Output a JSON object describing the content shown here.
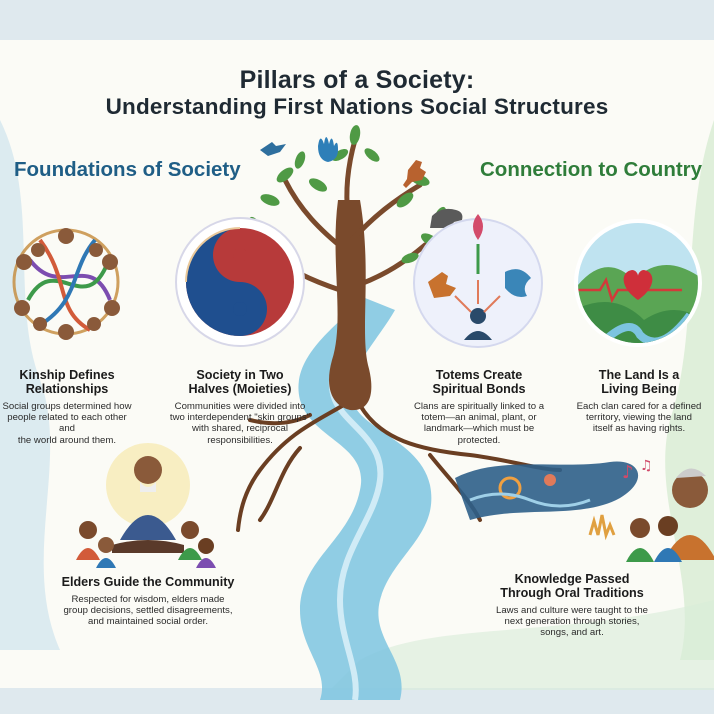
{
  "title": {
    "line1": "Pillars of a Society:",
    "line2": "Understanding First Nations Social Structures"
  },
  "sections": {
    "left": "Foundations of Society",
    "right": "Connection to Country"
  },
  "cards": {
    "kinship": {
      "title": [
        "Kinship Defines",
        "Relationships"
      ],
      "body": [
        "Social groups determined how",
        "people related to each other and",
        "the world around them."
      ]
    },
    "moieties": {
      "title": [
        "Society in Two",
        "Halves (Moieties)"
      ],
      "body": [
        "Communities were divided into",
        "two interdependent \"skin groups\"",
        "with shared, reciprocal",
        "responsibilities."
      ]
    },
    "totems": {
      "title": [
        "Totems Create",
        "Spiritual Bonds"
      ],
      "body": [
        "Clans are spiritually linked to a",
        "totem—an animal, plant, or",
        "landmark—which must be",
        "protected."
      ]
    },
    "land": {
      "title": [
        "The Land Is a",
        "Living Being"
      ],
      "body": [
        "Each clan cared for a defined",
        "territory, viewing the land",
        "itself as having rights."
      ]
    },
    "elders": {
      "title": [
        "Elders Guide the Community"
      ],
      "body": [
        "Respected for wisdom, elders made",
        "group decisions, settled disagreements,",
        "and maintained social order."
      ]
    },
    "oral": {
      "title": [
        "Knowledge Passed",
        "Through Oral Traditions"
      ],
      "body": [
        "Laws and culture were taught to the",
        "next generation through stories,",
        "songs, and art."
      ]
    }
  },
  "colors": {
    "title": "#1f2a33",
    "section_left": "#1f5e86",
    "section_right": "#2f7d3a",
    "river": "#5fb4d6",
    "trunk": "#7a4a2c",
    "leaves": "#4f9a45"
  }
}
